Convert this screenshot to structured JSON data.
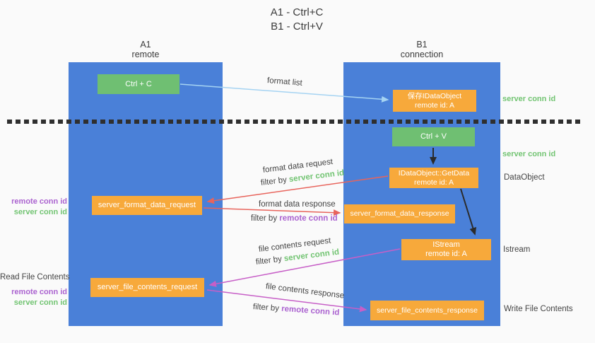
{
  "title": {
    "line1": "A1 - Ctrl+C",
    "line2": "B1 - Ctrl+V"
  },
  "lanes": {
    "left": {
      "title": "A1",
      "subtitle": "remote"
    },
    "right": {
      "title": "B1",
      "subtitle": "connection"
    }
  },
  "nodes": {
    "ctrl_c": {
      "label": "Ctrl + C"
    },
    "save_idataobject": {
      "line1": "保存IDataObject",
      "line2": "remote id: A"
    },
    "ctrl_v": {
      "label": "Ctrl + V"
    },
    "getdata": {
      "line1": "IDataObject::GetData",
      "line2": "remote id: A"
    },
    "format_request": {
      "label": "server_format_data_request"
    },
    "format_response": {
      "label": "server_format_data_response"
    },
    "istream": {
      "line1": "IStream",
      "line2": "remote id: A"
    },
    "file_request": {
      "label": "server_file_contents_request"
    },
    "file_response": {
      "label": "server_file_contents_response"
    }
  },
  "side_labels": {
    "server_conn_id_top": "server conn id",
    "server_conn_id_mid": "server conn id",
    "dataobject": "DataObject",
    "istream": "Istream",
    "write_file_contents": "Write File Contents",
    "read_file_contents": "Read File Contents",
    "remote_conn_id_upper": "remote conn id",
    "server_conn_id_upper": "server conn id",
    "remote_conn_id_lower": "remote conn id",
    "server_conn_id_lower": "server conn id"
  },
  "arrows": {
    "format_list": {
      "label": "format list"
    },
    "format_data_request": {
      "label": "format data request",
      "filter_prefix": "filter by ",
      "filter_key": "server conn id"
    },
    "format_data_response": {
      "label": "format data response",
      "filter_prefix": "filter by ",
      "filter_key": "remote conn id"
    },
    "file_contents_request": {
      "label": "file contents request",
      "filter_prefix": "filter by ",
      "filter_key": "server conn id"
    },
    "file_contents_response": {
      "label": "file contents response",
      "filter_prefix": "filter by ",
      "filter_key": "remote conn id"
    }
  },
  "colors": {
    "lane_blue": "#4a80d8",
    "node_green": "#6fbf72",
    "node_orange": "#f7a93b",
    "arrow_red": "#e8645c",
    "arrow_magenta": "#c75fc7",
    "arrow_light_blue": "#a5d3f2",
    "arrow_black": "#2b2b2b",
    "text_green": "#72c472",
    "text_purple": "#ab63d0",
    "text_dark": "#444444"
  }
}
